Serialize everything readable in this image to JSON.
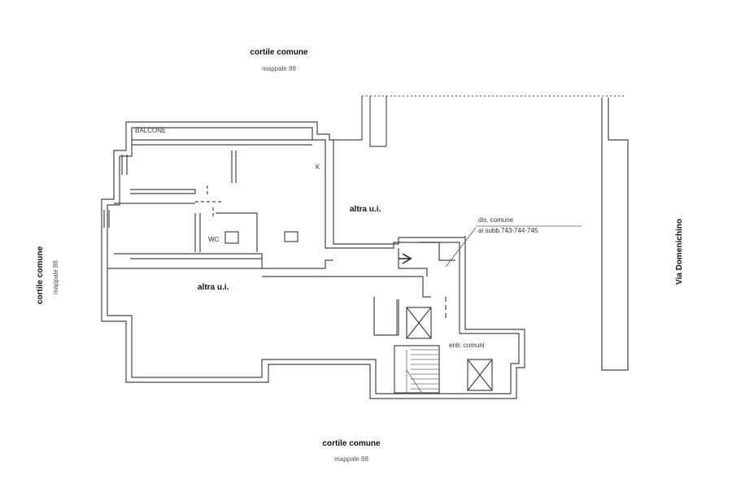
{
  "courtyards": {
    "top": {
      "title": "cortile comune",
      "sub": "mappale 88"
    },
    "left": {
      "title": "cortile comune",
      "sub": "mappale 88"
    },
    "bottom": {
      "title": "cortile comune",
      "sub": "mappale 88"
    }
  },
  "street": "Via Domenichino",
  "rooms": {
    "balcone": "BALCONE",
    "wc": "WC",
    "kitchen": "K",
    "altra_upper": "altra u.i.",
    "altra_lower": "altra u.i."
  },
  "dis_comune": {
    "line1": "dis. comune",
    "line2": "ai subb.743-744-745"
  },
  "entrance": "entr. comuni"
}
